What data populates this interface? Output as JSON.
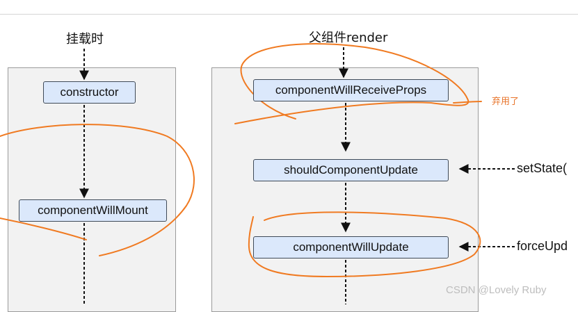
{
  "headings": {
    "mount": "挂载时",
    "parent_render": "父组件render"
  },
  "nodes": {
    "constructor": "constructor",
    "component_will_mount": "componentWillMount",
    "component_will_receive_props": "componentWillReceiveProps",
    "should_component_update": "shouldComponentUpdate",
    "component_will_update": "componentWillUpdate"
  },
  "side_labels": {
    "set_state": "setState(",
    "force_update": "forceUpd"
  },
  "annotation": {
    "deprecated": "弃用了"
  },
  "watermark": "CSDN @Lovely Ruby",
  "colors": {
    "node_fill": "#dbe8fb",
    "panel_fill": "#f2f2f2",
    "annotation": "#e8742a"
  }
}
